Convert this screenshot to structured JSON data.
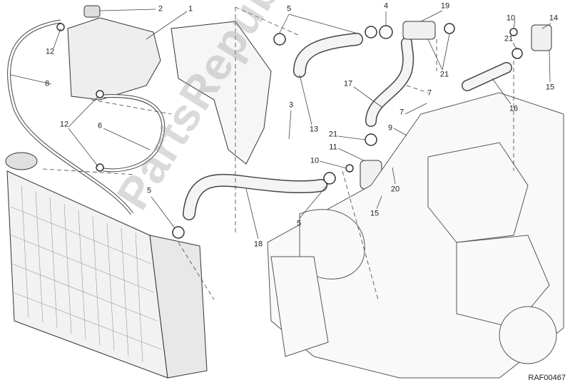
{
  "diagram": {
    "title": "Cooling system exploded parts diagram",
    "code": "RAF00467",
    "watermark": "PartsRepublik",
    "callouts": [
      "2",
      "1",
      "12",
      "8",
      "12",
      "6",
      "3",
      "13",
      "5",
      "4",
      "19",
      "10",
      "14",
      "21",
      "21",
      "15",
      "16",
      "17",
      "7",
      "7",
      "9",
      "21",
      "11",
      "10",
      "20",
      "15",
      "5",
      "5",
      "18"
    ]
  }
}
